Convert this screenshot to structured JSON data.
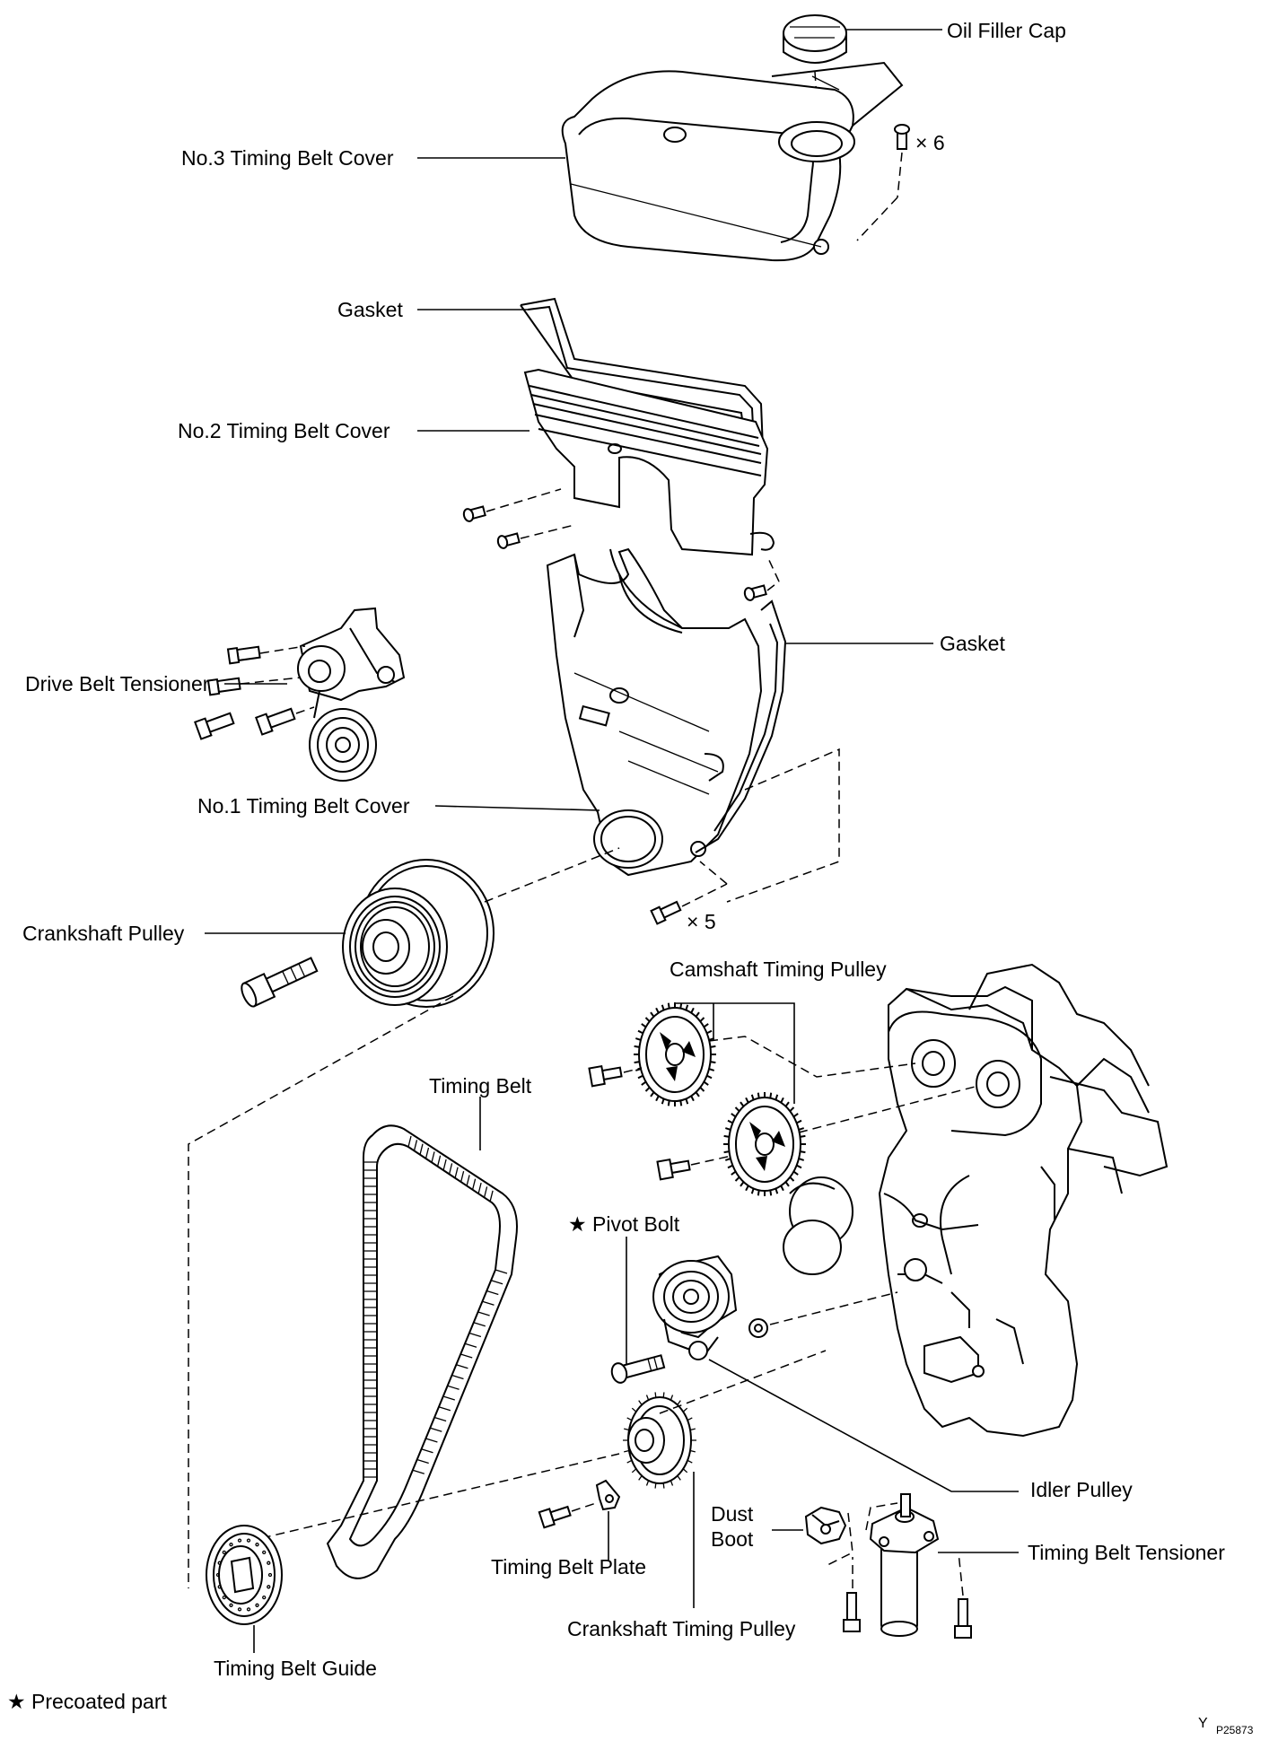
{
  "labels": {
    "oil_filler_cap": "Oil Filler Cap",
    "no3_cover": "No.3 Timing Belt Cover",
    "bolts_x6": "× 6",
    "gasket_top": "Gasket",
    "no2_cover": "No.2 Timing Belt Cover",
    "gasket_side": "Gasket",
    "drive_belt_tensioner": "Drive Belt Tensioner",
    "no1_cover": "No.1 Timing Belt Cover",
    "crankshaft_pulley": "Crankshaft Pulley",
    "bolts_x5": "× 5",
    "camshaft_timing_pulley": "Camshaft Timing Pulley",
    "timing_belt": "Timing Belt",
    "pivot_bolt": "★ Pivot Bolt",
    "idler_pulley": "Idler Pulley",
    "dust_boot_1": "Dust",
    "dust_boot_2": "Boot",
    "timing_belt_tensioner": "Timing Belt Tensioner",
    "timing_belt_plate": "Timing Belt Plate",
    "crankshaft_timing_pulley": "Crankshaft Timing Pulley",
    "timing_belt_guide": "Timing Belt Guide"
  },
  "footer": {
    "legend": "★ Precoated part",
    "fig_prefix": "Y",
    "fig_code": "P25873"
  }
}
